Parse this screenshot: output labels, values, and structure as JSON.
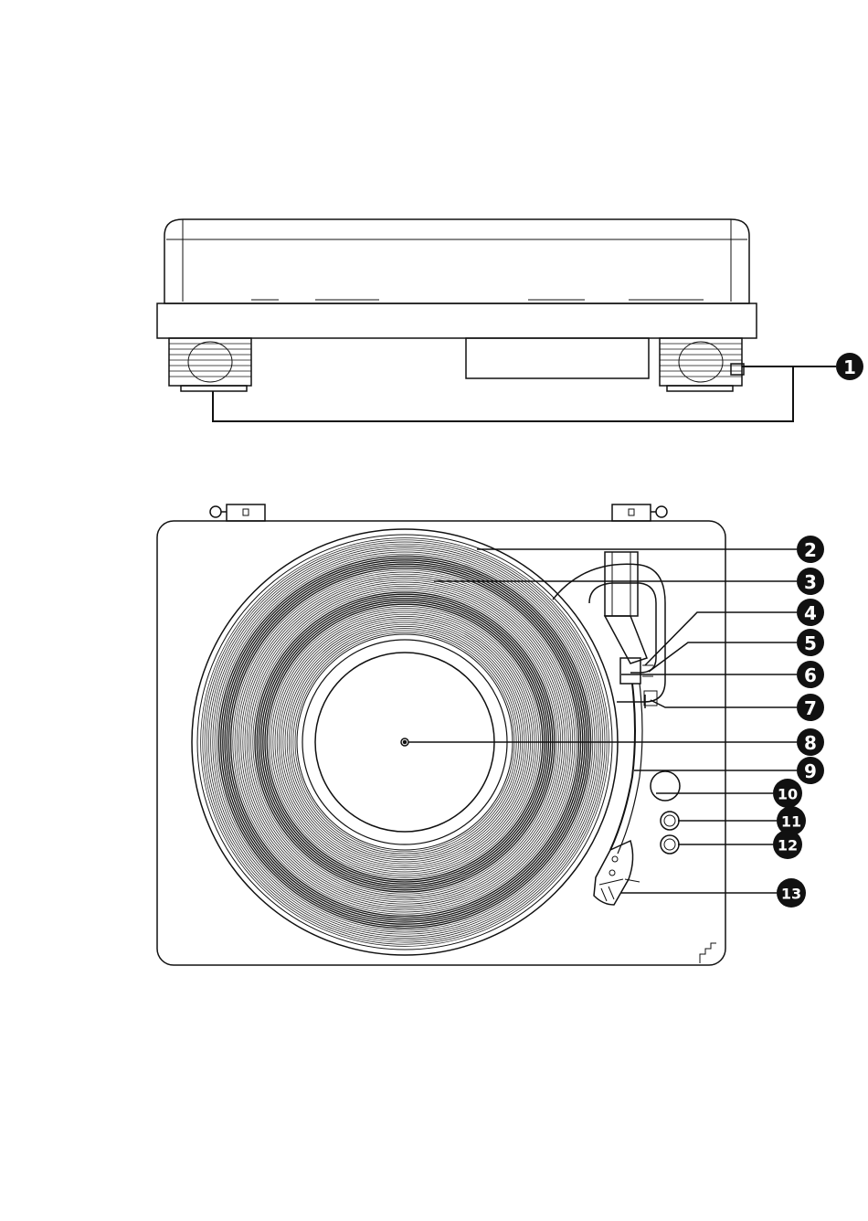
{
  "colors": {
    "line": "#111111",
    "badge_fill": "#111111",
    "badge_text": "#ffffff",
    "background": "#ffffff"
  },
  "callouts": [
    {
      "number": "1"
    },
    {
      "number": "2"
    },
    {
      "number": "3"
    },
    {
      "number": "4"
    },
    {
      "number": "5"
    },
    {
      "number": "6"
    },
    {
      "number": "7"
    },
    {
      "number": "8"
    },
    {
      "number": "9"
    },
    {
      "number": "10"
    },
    {
      "number": "11"
    },
    {
      "number": "12"
    },
    {
      "number": "13"
    }
  ]
}
